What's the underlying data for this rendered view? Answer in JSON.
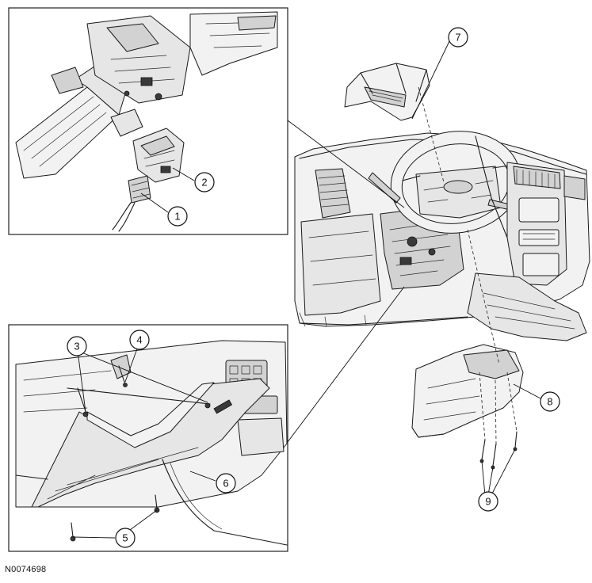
{
  "callouts": [
    {
      "id": "1",
      "label": "1"
    },
    {
      "id": "2",
      "label": "2"
    },
    {
      "id": "3",
      "label": "3"
    },
    {
      "id": "4",
      "label": "4"
    },
    {
      "id": "5",
      "label": "5"
    },
    {
      "id": "6",
      "label": "6"
    },
    {
      "id": "7",
      "label": "7"
    },
    {
      "id": "8",
      "label": "8"
    },
    {
      "id": "9",
      "label": "9"
    }
  ],
  "reference_code": "N0074698"
}
